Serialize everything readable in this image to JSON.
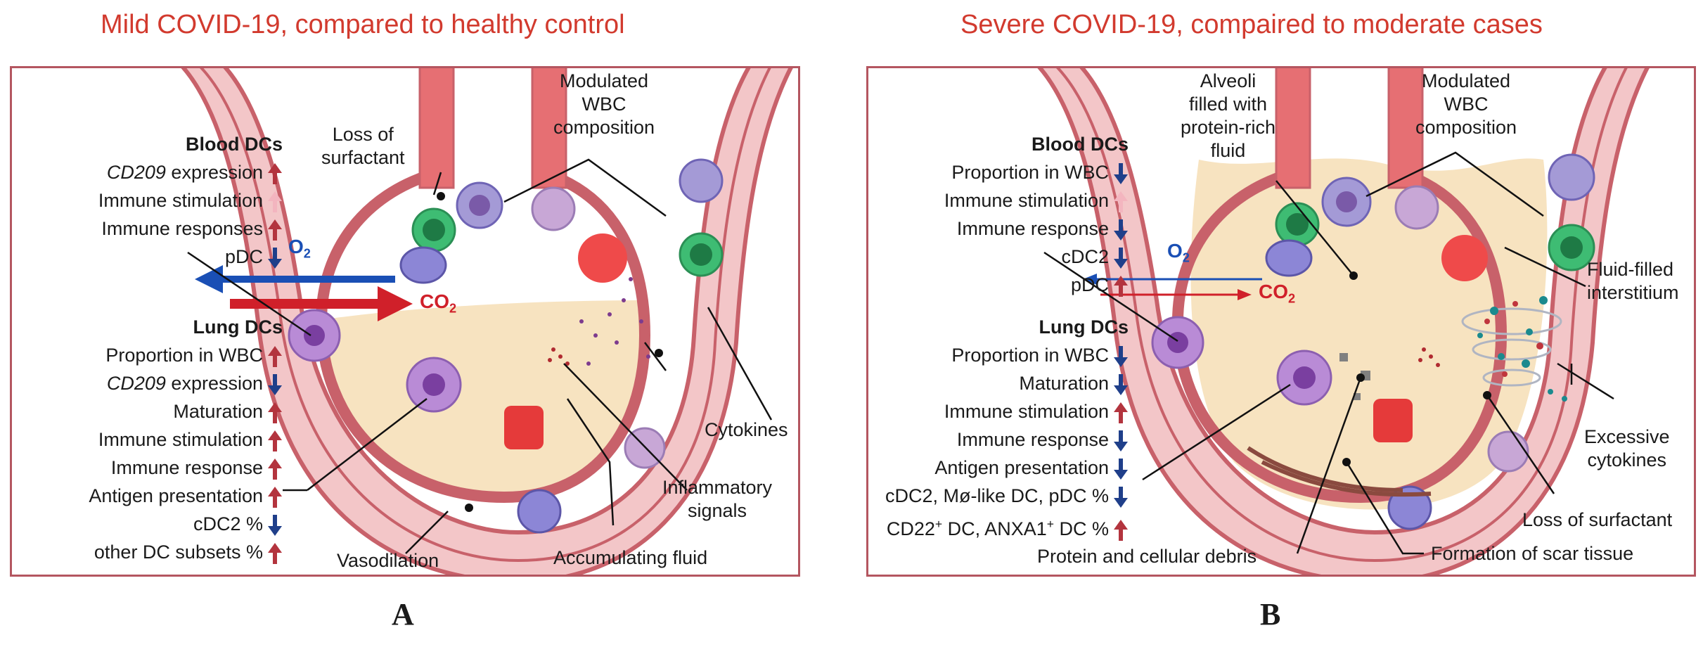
{
  "panel_a": {
    "title": "Mild COVID-19, compared to healthy control",
    "label": "A",
    "blood_heading": "Blood DCs",
    "blood_items": [
      {
        "text_italic": "CD209",
        "text": " expression",
        "change": "up"
      },
      {
        "text_italic": "",
        "text": "Immune stimulation",
        "change": "up-light"
      },
      {
        "text_italic": "",
        "text": "Immune responses",
        "change": "up"
      },
      {
        "text_italic": "",
        "text": "pDC",
        "change": "down"
      }
    ],
    "lung_heading": "Lung DCs",
    "lung_items": [
      {
        "text_italic": "",
        "text": "Proportion in WBC",
        "change": "up"
      },
      {
        "text_italic": "CD209",
        "text": " expression",
        "change": "down"
      },
      {
        "text_italic": "",
        "text": "Maturation",
        "change": "up"
      },
      {
        "text_italic": "",
        "text": "Immune stimulation",
        "change": "up"
      },
      {
        "text_italic": "",
        "text": "Immune response",
        "change": "up"
      },
      {
        "text_italic": "",
        "text": "Antigen presentation",
        "change": "up"
      },
      {
        "text_italic": "",
        "text": "cDC2 %",
        "change": "down"
      },
      {
        "text_italic": "",
        "text": "other DC subsets %",
        "change": "up"
      }
    ],
    "o2": "O",
    "o2_sub": "2",
    "co2": "CO",
    "co2_sub": "2",
    "labels": {
      "loss_of_surfactant": "Loss of\nsurfactant",
      "modulated_wbc": "Modulated\nWBC\ncomposition",
      "cytokines": "Cytokines",
      "inflammatory": "Inflammatory\nsignals",
      "vasodilation": "Vasodilation",
      "accumulating": "Accumulating fluid"
    }
  },
  "panel_b": {
    "title": "Severe COVID-19, compaired to moderate cases",
    "label": "B",
    "blood_heading": "Blood DCs",
    "blood_items": [
      {
        "text": "Proportion in WBC",
        "change": "down"
      },
      {
        "text": "Immune stimulation",
        "change": "up-light"
      },
      {
        "text": "Immune response",
        "change": "down"
      },
      {
        "text": "cDC2",
        "change": "down"
      },
      {
        "text": "pDC",
        "change": "up"
      }
    ],
    "lung_heading": "Lung DCs",
    "lung_items": [
      {
        "text": "Proportion in WBC",
        "change": "down"
      },
      {
        "text": "Maturation",
        "change": "down"
      },
      {
        "text": "Immune stimulation",
        "change": "up"
      },
      {
        "text": "Immune response",
        "change": "down"
      },
      {
        "text": "Antigen presentation",
        "change": "down"
      },
      {
        "text": "cDC2, Mø-like DC, pDC %",
        "change": "down"
      },
      {
        "text": "CD22",
        "sup1": "+",
        "text2": " DC, ANXA1",
        "sup2": "+",
        "text3": " DC %",
        "change": "up"
      }
    ],
    "o2": "O",
    "o2_sub": "2",
    "co2": "CO",
    "co2_sub": "2",
    "labels": {
      "alveoli_filled": "Alveoli\nfilled with\nprotein-rich\nfluid",
      "modulated_wbc": "Modulated\nWBC\ncomposition",
      "fluid_interstitium": "Fluid-filled\ninterstitium",
      "excessive_cytokines": "Excessive\ncytokines",
      "loss_of_surfactant": "Loss of surfactant",
      "scar_tissue": "Formation of scar tissue",
      "debris": "Protein and cellular debris"
    }
  },
  "colors": {
    "title_red": "#d23a2e",
    "up_arrow": "#b3343e",
    "up_light_arrow": "#f3b5bf",
    "down_arrow": "#1f3f8a",
    "o2_blue": "#1a4fb5",
    "co2_red": "#d0202a",
    "tissue_pink": "#f3c6c8",
    "wall_red": "#c8616a",
    "fluid_cream": "#f7e3c0"
  }
}
